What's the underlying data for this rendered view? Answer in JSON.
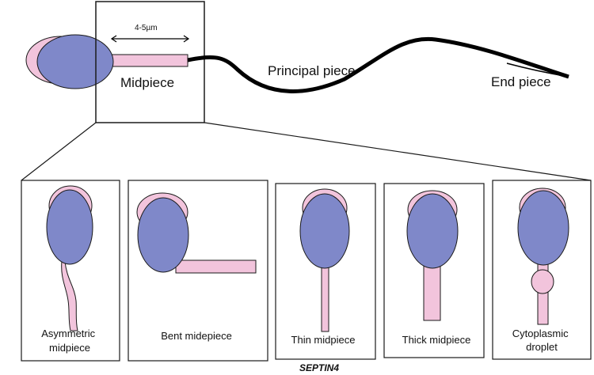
{
  "top": {
    "scale_label": "4-5µm",
    "midpiece_label": "Midpiece",
    "principal_label": "Principal piece",
    "end_label": "End piece"
  },
  "panels": [
    {
      "label_lines": [
        "Asymmetric",
        "midpiece"
      ]
    },
    {
      "label_lines": [
        "Bent midepiece"
      ]
    },
    {
      "label_lines": [
        "Thin midpiece"
      ]
    },
    {
      "label_lines": [
        "Thick midpiece"
      ]
    },
    {
      "label_lines": [
        "Cytoplasmic",
        "droplet"
      ]
    }
  ],
  "gene_label": "SEPTIN4",
  "colors": {
    "nucleus": "#7f88c9",
    "acrosome": "#f2c4dc",
    "stroke": "#1a1a1a"
  }
}
